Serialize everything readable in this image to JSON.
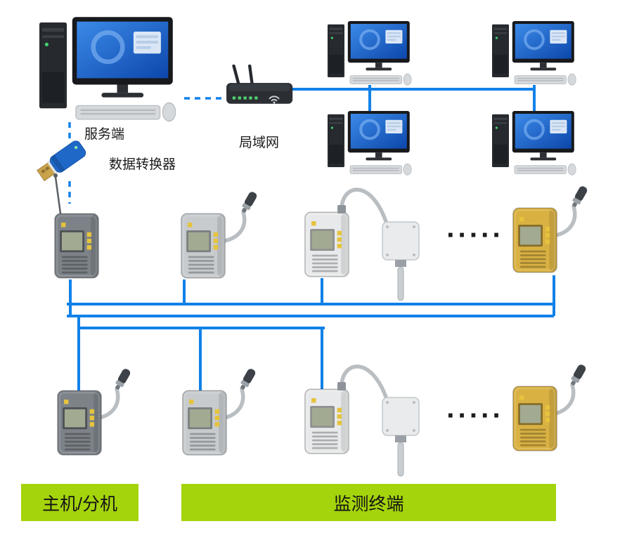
{
  "diagram": {
    "labels": {
      "server": "服务端",
      "lan": "局域网",
      "converter": "数据转换器",
      "ellipsis": "·····",
      "legend_host": "主机/分机",
      "legend_terminal": "监测终端"
    },
    "colors": {
      "line_blue": "#1181e8",
      "label_green": "#a4d40b",
      "device_gray": "#7c8288",
      "device_light": "#c7cbce",
      "device_white": "#e7e9ea",
      "device_yellow": "#d9b143",
      "screen_blue": "#2e7ce0",
      "lcd_green": "#a2aa92"
    }
  }
}
